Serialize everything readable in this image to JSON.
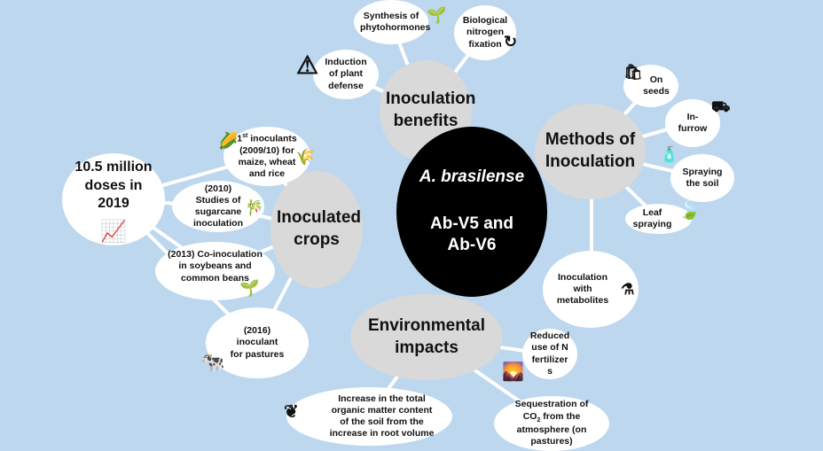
{
  "center": {
    "species": "A. brasilense",
    "strains": "Ab-V5 and Ab-V6"
  },
  "benefits": {
    "title": "Inoculation benefits",
    "items": [
      "Synthesis of phytohormones",
      "Biological nitrogen fixation",
      "Induction of plant defense"
    ]
  },
  "methods": {
    "title": "Methods of Inoculation",
    "items": [
      "On seeds",
      "In-furrow",
      "Spraying the soil",
      "Leaf spraying",
      "Inoculation with metabolites"
    ]
  },
  "crops": {
    "title": "Inoculated crops",
    "first_sup": "st",
    "first_pre": "1",
    "first_rest": "inoculants (2009/10) for maize, wheat and rice",
    "items": [
      "(2010) Studies of sugarcane inoculation",
      "(2013) Co-inoculation in soybeans and common beans",
      "(2016) inoculant for pastures"
    ]
  },
  "doses": "10.5 million doses in 2019",
  "environment": {
    "title": "Environmental impacts",
    "items": [
      "Reduced use of N fertilizer s",
      "Increase in the total organic matter content of the soil from the increase in root volume"
    ],
    "seq_pre": "Sequestration of CO",
    "seq_sub": "2",
    "seq_post": "from the atmosphere (on pastures)"
  },
  "colors": {
    "background": "#bdd7ee",
    "hub": "#d9d9d9",
    "leaf": "#ffffff",
    "center": "#000000"
  }
}
